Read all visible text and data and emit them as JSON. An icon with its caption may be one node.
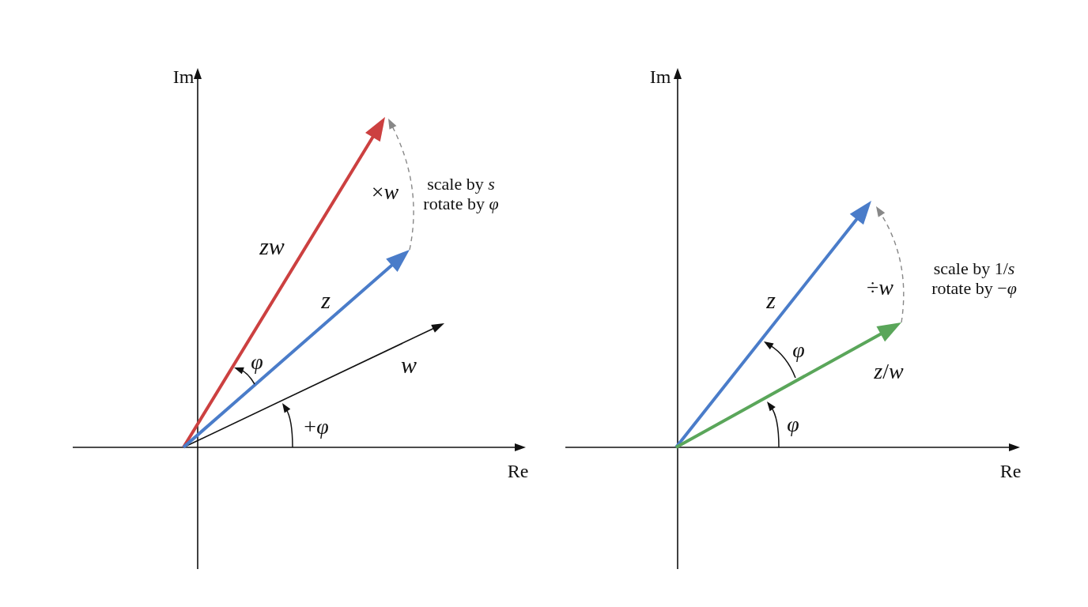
{
  "diagram": {
    "labels": [
      "Im",
      "×*w*",
      "scale by *s* rotate by *φ*",
      "zw",
      "z",
      "φ",
      "w",
      "+*φ*",
      "Re",
      "Im",
      "÷*w*",
      "scale by 1/*s* rotate by −*φ*",
      "z",
      "φ",
      "*z*/*w*",
      "φ",
      "Re"
    ]
  }
}
